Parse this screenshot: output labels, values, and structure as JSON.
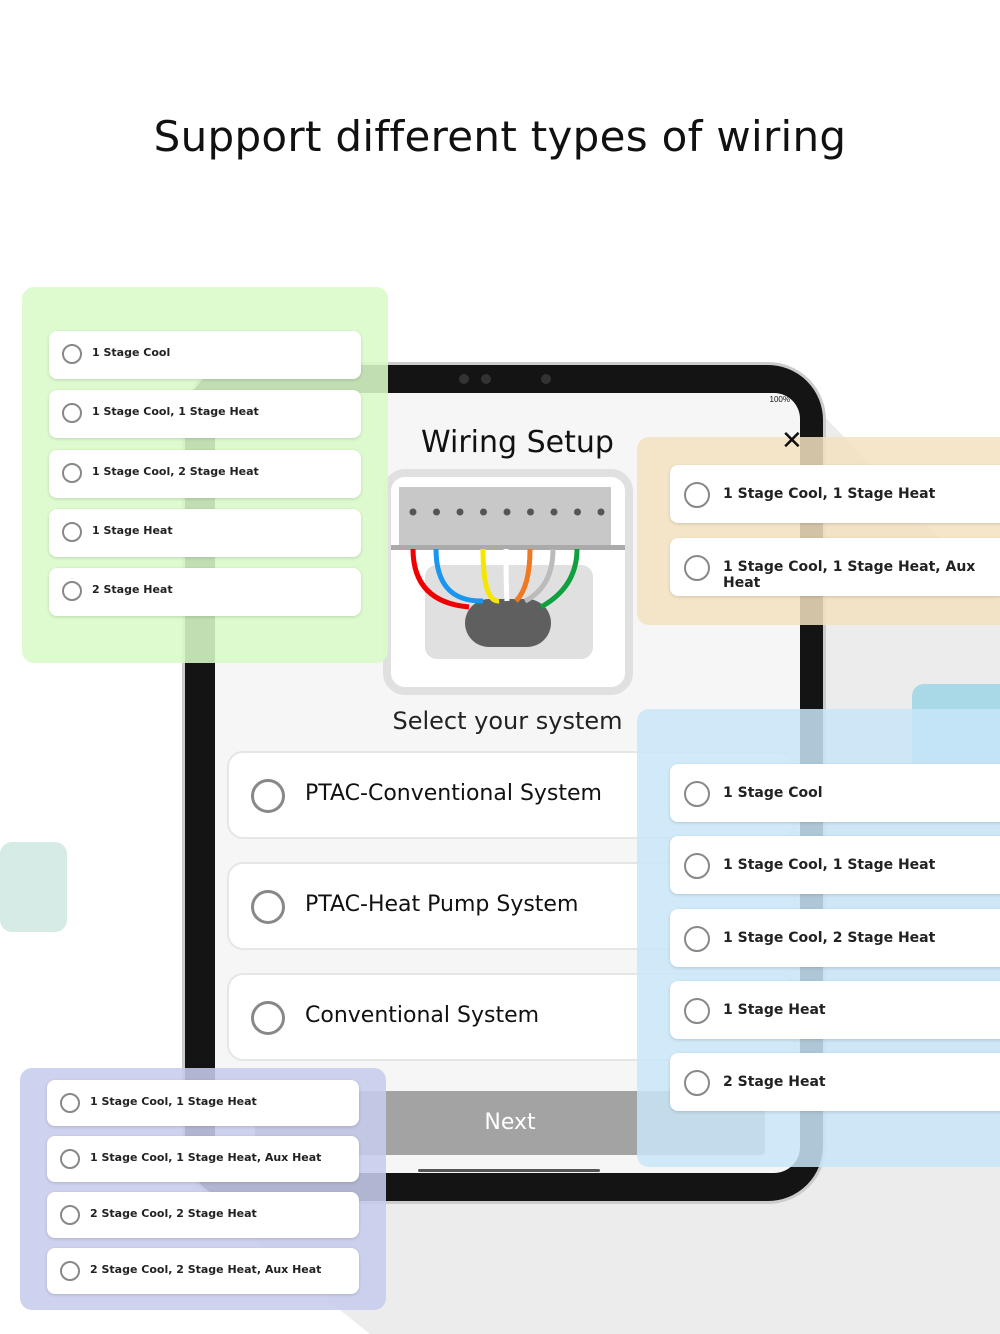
{
  "headline": "Support different types of wiring",
  "app": {
    "status": "100%",
    "title": "Wiring Setup",
    "close_icon": "close-icon",
    "select_label": "Select your system",
    "systems": [
      "PTAC-Conventional System",
      "PTAC-Heat Pump System",
      "Conventional System"
    ],
    "next_label": "Next",
    "wire_colors": [
      "#f00000",
      "#1a96f0",
      "#f5e600",
      "#ffffff",
      "#f07820",
      "#bbbbbb",
      "#10a040"
    ]
  },
  "panels": {
    "green": {
      "color": "#d8fbc8",
      "options": [
        "1 Stage Cool",
        "1 Stage Cool, 1 Stage Heat",
        "1 Stage Cool, 2 Stage Heat",
        "1 Stage Heat",
        "2 Stage Heat"
      ]
    },
    "orange": {
      "color": "#f4e2c0",
      "options": [
        "1 Stage Cool, 1 Stage Heat",
        "1 Stage Cool, 1 Stage Heat, Aux Heat"
      ]
    },
    "purple": {
      "color": "#c6cdec",
      "options": [
        "1 Stage Cool, 1 Stage Heat",
        "1 Stage Cool, 1 Stage Heat, Aux Heat",
        "2 Stage Cool, 2 Stage Heat",
        "2 Stage Cool, 2 Stage Heat, Aux Heat"
      ]
    },
    "blue": {
      "color": "#c8e6f8",
      "options": [
        "1 Stage Cool",
        "1 Stage Cool, 1 Stage Heat",
        "1 Stage Cool, 2 Stage Heat",
        "1 Stage Heat",
        "2 Stage Heat"
      ]
    }
  }
}
